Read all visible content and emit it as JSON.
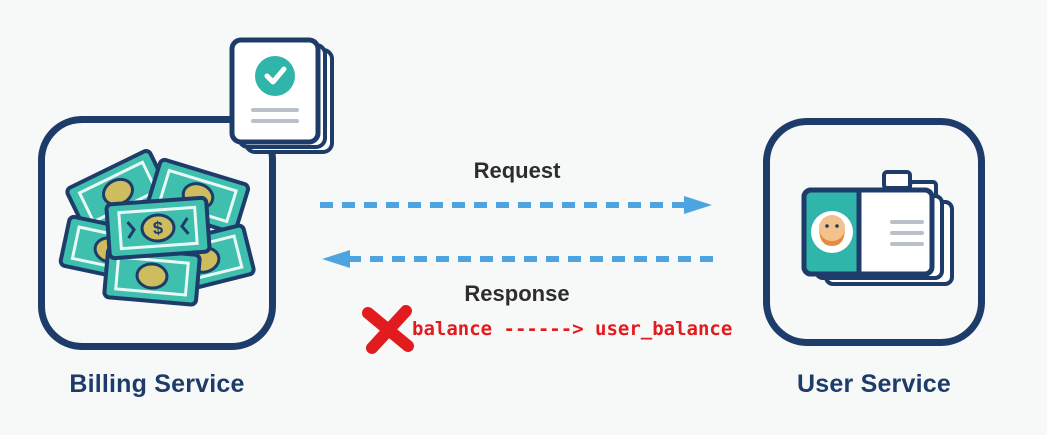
{
  "diagram": {
    "billing_service": {
      "label": "Billing Service"
    },
    "user_service": {
      "label": "User Service"
    },
    "request": {
      "label": "Request"
    },
    "response": {
      "label": "Response"
    },
    "annotation": {
      "text": "balance ------> user_balance"
    }
  },
  "icons": {
    "dollar": "$",
    "money_stack": "money-stack-icon",
    "documents_check": "documents-check-icon",
    "id_cards": "id-cards-icon",
    "error_x": "error-x-icon"
  },
  "colors": {
    "navy": "#1d3c6a",
    "arrow_blue": "#4da4de",
    "teal": "#2fb5a9",
    "money_teal": "#3fbfae",
    "red": "#e11b1e",
    "background": "#f7f8f8",
    "label_dark": "#2d2d2d",
    "emblem_gold": "#cdbd5e",
    "line_gray": "#b9c0c9"
  }
}
